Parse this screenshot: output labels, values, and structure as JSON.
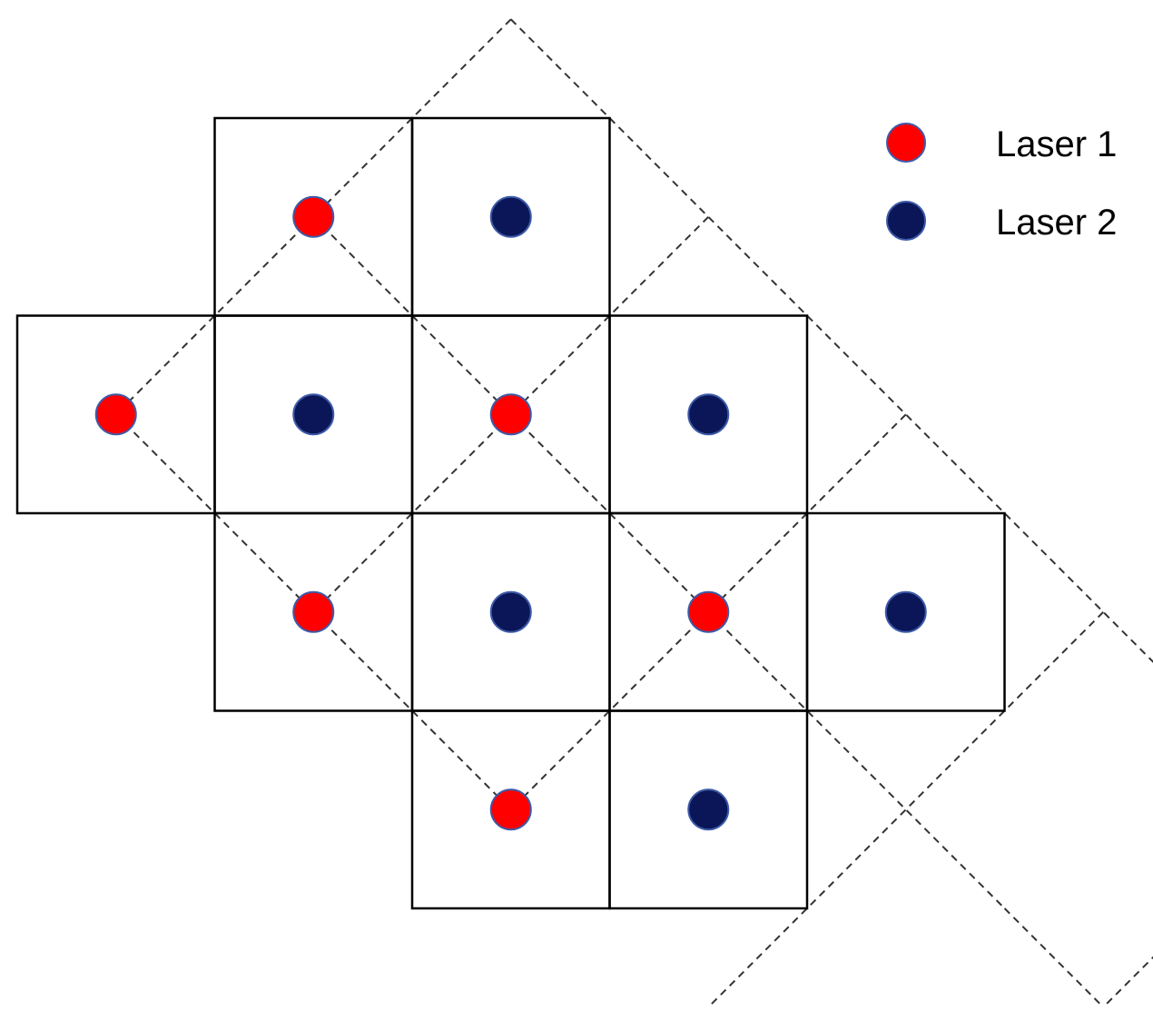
{
  "legend": {
    "laser1": {
      "label": "Laser 1",
      "color": "#ff0000"
    },
    "laser2": {
      "label": "Laser 2",
      "color": "#0a1657"
    }
  },
  "colors": {
    "grid_line": "#000000",
    "dashed_line": "#333333",
    "marker_outline": "#3d5aa8"
  },
  "grid": {
    "cells": [
      {
        "row": 0,
        "col": 1
      },
      {
        "row": 0,
        "col": 2
      },
      {
        "row": 1,
        "col": 0
      },
      {
        "row": 1,
        "col": 1
      },
      {
        "row": 1,
        "col": 2
      },
      {
        "row": 1,
        "col": 3
      },
      {
        "row": 2,
        "col": 1
      },
      {
        "row": 2,
        "col": 2
      },
      {
        "row": 2,
        "col": 3
      },
      {
        "row": 2,
        "col": 4
      },
      {
        "row": 3,
        "col": 2
      },
      {
        "row": 3,
        "col": 3
      }
    ]
  },
  "markers": [
    {
      "laser": "laser1",
      "row": 0,
      "col": 1
    },
    {
      "laser": "laser2",
      "row": 0,
      "col": 2
    },
    {
      "laser": "laser1",
      "row": 1,
      "col": 0
    },
    {
      "laser": "laser2",
      "row": 1,
      "col": 1
    },
    {
      "laser": "laser1",
      "row": 1,
      "col": 2
    },
    {
      "laser": "laser2",
      "row": 1,
      "col": 3
    },
    {
      "laser": "laser1",
      "row": 2,
      "col": 1
    },
    {
      "laser": "laser2",
      "row": 2,
      "col": 2
    },
    {
      "laser": "laser1",
      "row": 2,
      "col": 3
    },
    {
      "laser": "laser2",
      "row": 2,
      "col": 4
    },
    {
      "laser": "laser1",
      "row": 3,
      "col": 2
    },
    {
      "laser": "laser2",
      "row": 3,
      "col": 3
    }
  ]
}
